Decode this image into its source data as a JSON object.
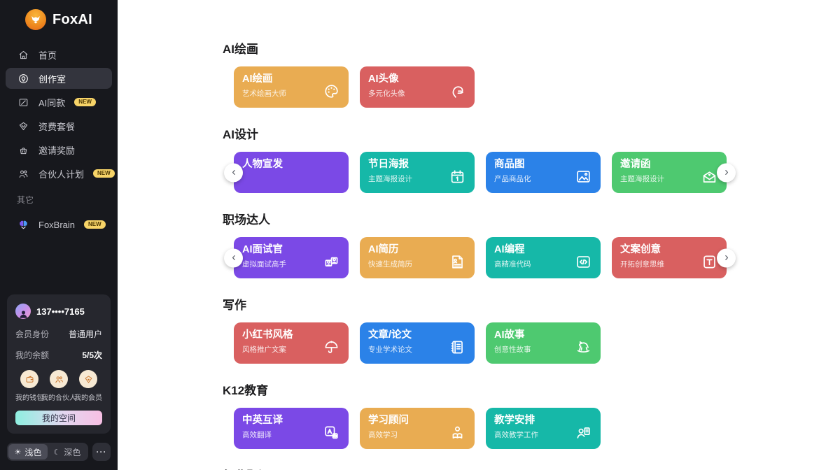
{
  "brand": {
    "name": "FoxAI",
    "logo_icon": "fox-logo-icon"
  },
  "sidebar": {
    "items": [
      {
        "name": "home",
        "label": "首页",
        "icon": "home-icon",
        "active": false,
        "badge": ""
      },
      {
        "name": "studio",
        "label": "创作室",
        "icon": "studio-icon",
        "active": true,
        "badge": ""
      },
      {
        "name": "ai-same",
        "label": "AI同款",
        "icon": "ai-same-icon",
        "active": false,
        "badge": "NEW"
      },
      {
        "name": "pricing",
        "label": "资费套餐",
        "icon": "pricing-icon",
        "active": false,
        "badge": ""
      },
      {
        "name": "invite-reward",
        "label": "邀请奖励",
        "icon": "gift-icon",
        "active": false,
        "badge": ""
      },
      {
        "name": "partner-plan",
        "label": "合伙人计划",
        "icon": "partners-icon",
        "active": false,
        "badge": "NEW"
      }
    ],
    "section_label": "其它",
    "extra_items": [
      {
        "name": "foxbrain",
        "label": "FoxBrain",
        "icon": "brain-icon",
        "active": false,
        "badge": "NEW"
      }
    ]
  },
  "user_panel": {
    "phone": "137••••7165",
    "membership_label": "会员身份",
    "membership_value": "普通用户",
    "balance_label": "我的余额",
    "balance_value": "5/5次",
    "shortcuts": [
      {
        "name": "wallet",
        "label": "我的钱包",
        "icon": "wallet-icon"
      },
      {
        "name": "partners",
        "label": "我的合伙人",
        "icon": "partners-icon"
      },
      {
        "name": "membership",
        "label": "我的会员",
        "icon": "member-icon"
      }
    ],
    "space_button": "我的空间"
  },
  "theme_toggle": {
    "light_icon": "☀",
    "light": "浅色",
    "dark_icon": "☾",
    "dark": "深色",
    "more": "···"
  },
  "sections": [
    {
      "title": "AI绘画",
      "arrows": false,
      "cards": [
        {
          "title": "AI绘画",
          "subtitle": "艺术绘画大师",
          "icon": "palette-icon",
          "color": "#e9ac52"
        },
        {
          "title": "AI头像",
          "subtitle": "多元化头像",
          "icon": "face-icon",
          "color": "#d96060"
        }
      ]
    },
    {
      "title": "AI设计",
      "arrows": true,
      "cards": [
        {
          "title": "人物宣发",
          "subtitle": "",
          "icon": "",
          "color": "#7b49e6"
        },
        {
          "title": "节日海报",
          "subtitle": "主题海报设计",
          "icon": "calendar-icon",
          "color": "#16b8a8"
        },
        {
          "title": "商品图",
          "subtitle": "产品商品化",
          "icon": "image-icon",
          "color": "#2b82e8"
        },
        {
          "title": "邀请函",
          "subtitle": "主题海报设计",
          "icon": "envelope-icon",
          "color": "#4ec970"
        }
      ]
    },
    {
      "title": "职场达人",
      "arrows": true,
      "cards": [
        {
          "title": "AI面试官",
          "subtitle": "虚拟面试高手",
          "icon": "interview-icon",
          "color": "#7b49e6"
        },
        {
          "title": "AI简历",
          "subtitle": "快速生成简历",
          "icon": "resume-icon",
          "color": "#e9ac52"
        },
        {
          "title": "AI编程",
          "subtitle": "高精准代码",
          "icon": "code-icon",
          "color": "#16b8a8"
        },
        {
          "title": "文案创意",
          "subtitle": "开拓创意思维",
          "icon": "copywriting-icon",
          "color": "#d96060"
        }
      ]
    },
    {
      "title": "写作",
      "arrows": false,
      "cards": [
        {
          "title": "小红书风格",
          "subtitle": "风格推广文案",
          "icon": "umbrella-icon",
          "color": "#d96060"
        },
        {
          "title": "文章/论文",
          "subtitle": "专业学术论文",
          "icon": "book-icon",
          "color": "#2b82e8"
        },
        {
          "title": "AI故事",
          "subtitle": "创意性故事",
          "icon": "story-icon",
          "color": "#4ec970"
        }
      ]
    },
    {
      "title": "K12教育",
      "arrows": false,
      "cards": [
        {
          "title": "中英互译",
          "subtitle": "高效翻译",
          "icon": "translate-icon",
          "color": "#7b49e6"
        },
        {
          "title": "学习顾问",
          "subtitle": "高效学习",
          "icon": "study-icon",
          "color": "#e9ac52"
        },
        {
          "title": "教学安排",
          "subtitle": "高效教学工作",
          "icon": "teaching-icon",
          "color": "#16b8a8"
        }
      ]
    },
    {
      "title": "行业顾问",
      "arrows": false,
      "cards": []
    }
  ]
}
